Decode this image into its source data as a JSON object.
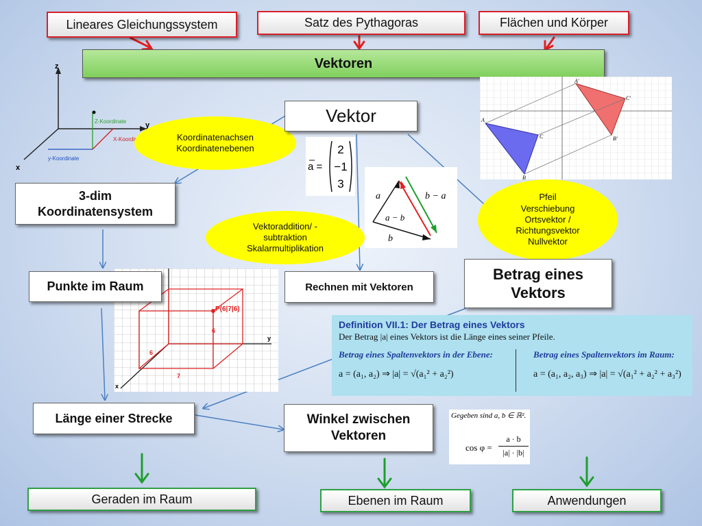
{
  "top_boxes": [
    "Lineares Gleichungssystem",
    "Satz des Pythagoras",
    "Flächen und Körper"
  ],
  "banner": "Vektoren",
  "vektor": "Vektor",
  "koord_system": [
    "3-dim",
    "Koordinatensystem"
  ],
  "punkte": "Punkte im Raum",
  "rechnen": "Rechnen mit Vektoren",
  "betrag": [
    "Betrag eines",
    "Vektors"
  ],
  "laenge": "Länge einer Strecke",
  "winkel": [
    "Winkel zwischen",
    "Vektoren"
  ],
  "bottom_boxes": [
    "Geraden im Raum",
    "Ebenen im Raum",
    "Anwendungen"
  ],
  "ellipse_koord": [
    "Koordinatenachsen",
    "Koordinatenebenen"
  ],
  "ellipse_add": [
    "Vektoraddition/ -",
    "subtraktion",
    "Skalarmultiplikation"
  ],
  "ellipse_pfeil": [
    "Pfeil",
    "Verschiebung",
    "Ortsvektor /",
    "Richtungsvektor",
    "Nullvektor"
  ],
  "axes_fig": {
    "z": "z",
    "y": "y",
    "x": "x",
    "z_koord": "Z-Koordinate",
    "x_koord": "X-Koordinate",
    "y_koord": "y-Koordinate"
  },
  "vector_a": {
    "lhs": "a =",
    "values": [
      "2",
      "−1",
      "3"
    ]
  },
  "vector_diff_labels": {
    "a": "a",
    "b_minus_a": "b − a",
    "a_minus_b": "a − b",
    "b": "b"
  },
  "grid_fig": {
    "point": "P(6|7|6)",
    "six_label": "6",
    "six_label2": "6",
    "seven_label": "7",
    "y": "y",
    "x": "x"
  },
  "triangle_fig": {
    "a": "A",
    "b": "B",
    "c": "C",
    "a2": "A'",
    "b2": "B'",
    "c2": "C'"
  },
  "definition": {
    "title": "Definition VII.1: Der Betrag eines Vektors",
    "text": "Der Betrag |a| eines Vektors ist die Länge eines seiner Pfeile.",
    "sub_plane": "Betrag eines Spaltenvektors in der Ebene:",
    "sub_space": "Betrag eines Spaltenvektors im Raum:",
    "formula_plane": "a = (a₁, a₂) ⇒ |a| = √(a₁² + a₂²)",
    "formula_space": "a = (a₁, a₂, a₃) ⇒ |a| = √(a₁² + a₂² + a₃²)"
  },
  "cos_formula": {
    "given": "Gegeben sind a, b ∈ ℝ².",
    "lhs": "cos φ =",
    "num": "a · b",
    "den": "|a| · |b|"
  },
  "colors": {
    "red_border": "#d91f2a",
    "green_border": "#2ea043",
    "banner": "#8fd86b",
    "ellipse": "#ffff00",
    "arrow_blue": "#4a7fc0",
    "arrow_green": "#1e9e2e",
    "arrow_red": "#e02020"
  }
}
